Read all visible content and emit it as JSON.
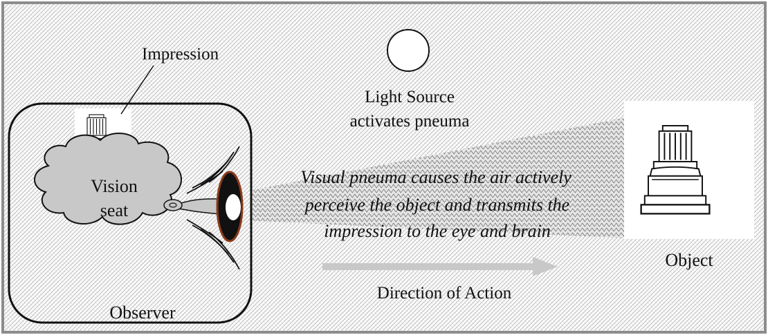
{
  "diagram": {
    "labels": {
      "impression": "Impression",
      "vision_seat_line1": "Vision",
      "vision_seat_line2": "seat",
      "light_source_line1": "Light Source",
      "light_source_line2": "activates pneuma",
      "pneuma_line1": "Visual pneuma causes the air actively",
      "pneuma_line2": "perceive the object and transmits the",
      "pneuma_line3": "impression to the eye and brain",
      "object": "Object",
      "direction": "Direction of Action",
      "observer": "Observer"
    },
    "colors": {
      "border": "#8c8c8c",
      "hatch": "#bdbdbd",
      "cloud_fill": "#c8c8c8",
      "arrow": "#c8c8c8",
      "eye_rim": "#8b3a1a",
      "eye_dark": "#111111"
    },
    "icons": {
      "impression_image": "column-base-icon",
      "object_image": "column-base-icon",
      "light_source": "circle-icon",
      "eye": "eye-icon",
      "vision_seat": "cloud-icon",
      "direction": "right-arrow-icon"
    }
  }
}
